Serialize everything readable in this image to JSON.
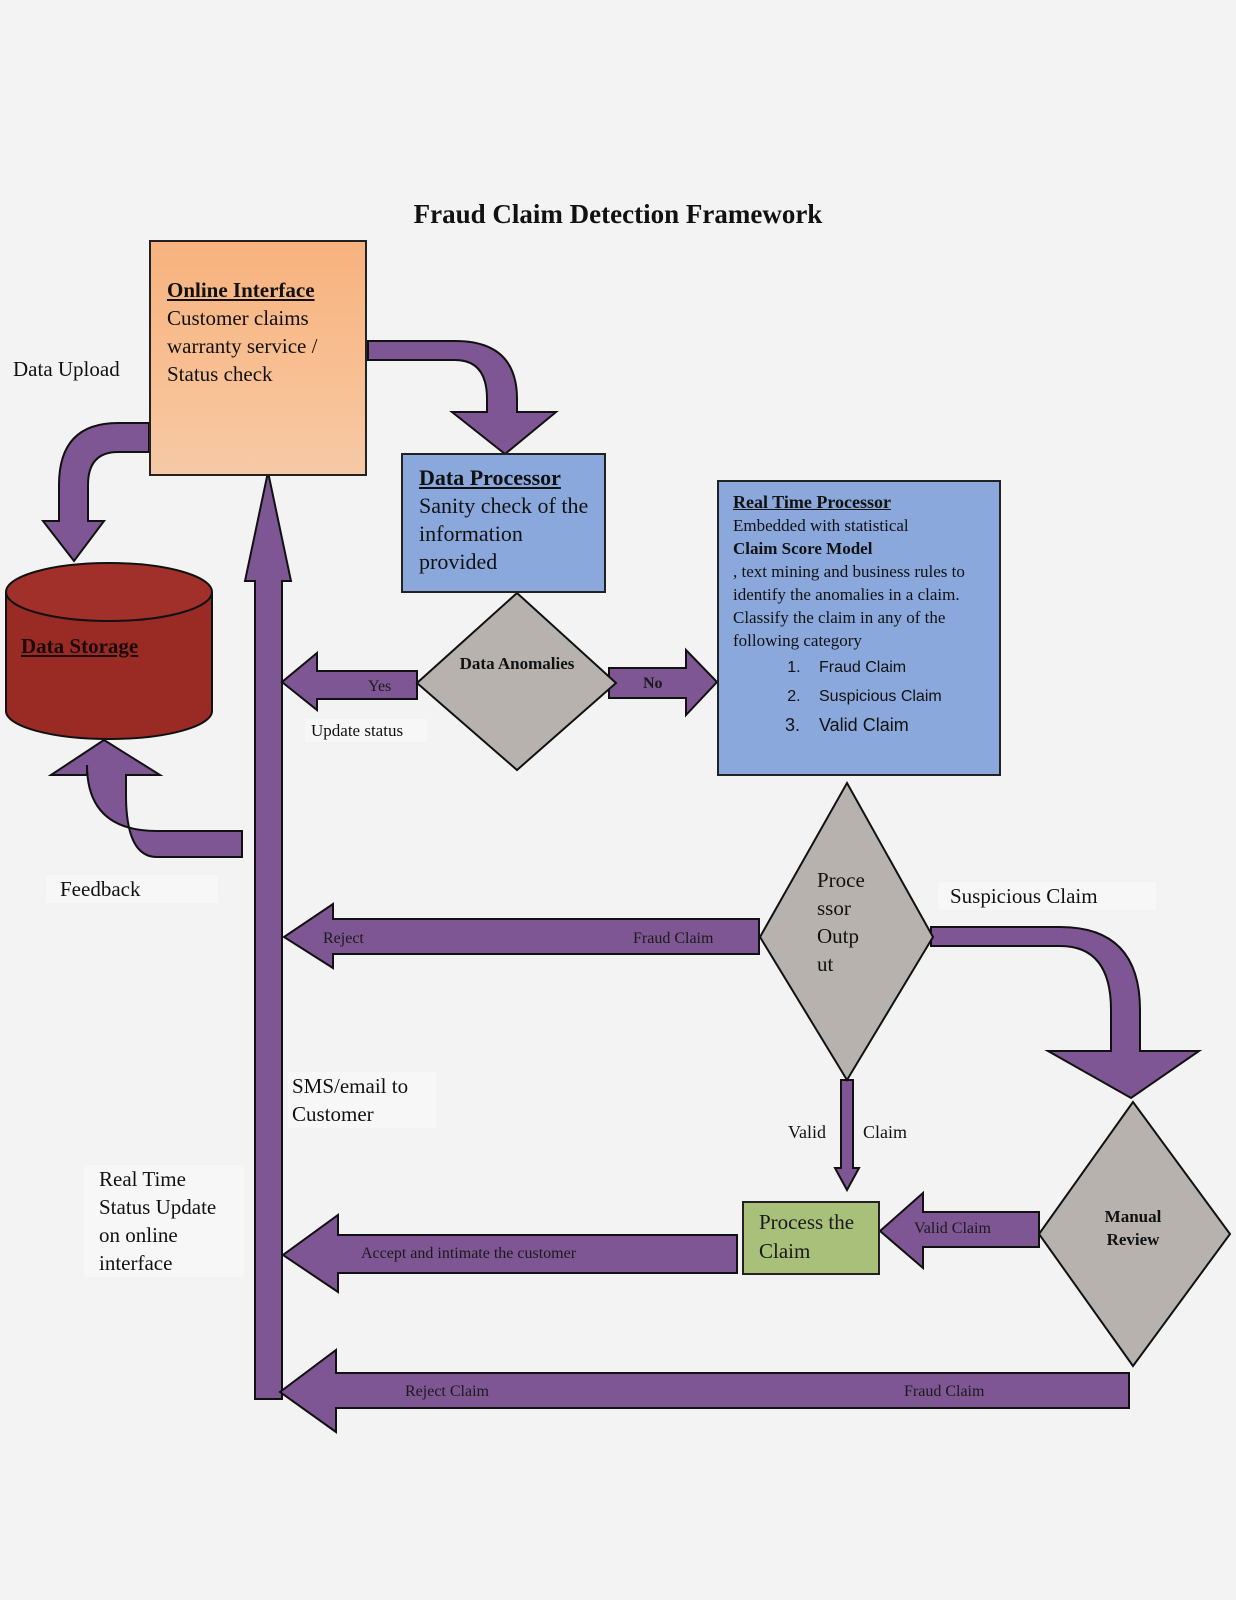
{
  "title": "Fraud Claim Detection Framework",
  "online_interface": {
    "heading": "Online Interface",
    "text": "Customer claims warranty service / Status check"
  },
  "data_processor": {
    "heading": "Data Processor",
    "text": "Sanity check of the information provided"
  },
  "real_time_processor": {
    "heading": "Real Time Processor",
    "line1": "Embedded with statistical",
    "bold_term": "Claim Score Model",
    "line2": ", text mining and business rules to identify the anomalies in a claim.",
    "line3": "Classify the claim in any of the following category",
    "categories": [
      "Fraud Claim",
      "Suspicious Claim",
      "Valid Claim"
    ]
  },
  "data_storage": "Data Storage",
  "data_anomalies": "Data Anomalies",
  "processor_output": "Proce ssor Outp ut",
  "manual_review": "Manual Review",
  "process_claim": "Process the Claim",
  "labels": {
    "data_upload": "Data Upload",
    "feedback": "Feedback",
    "update_status": "Update status",
    "sms_email": "SMS/email to Customer",
    "real_time_status": "Real Time Status Update on online interface",
    "suspicious_claim": "Suspicious Claim",
    "valid": "Valid",
    "claim": "Claim"
  },
  "arrow_labels": {
    "yes": "Yes",
    "no": "No",
    "reject": "Reject",
    "fraud_claim": "Fraud Claim",
    "valid_claim": "Valid Claim",
    "accept": "Accept and intimate the customer",
    "reject_claim": "Reject Claim",
    "fraud_claim_bottom": "Fraud Claim"
  },
  "colors": {
    "arrow": "#7e5693",
    "storage": "#9a2a24",
    "diamond": "#b7b2ae",
    "blue_box": "#8aa8dc",
    "orange_box": "#f7b27e",
    "green_box": "#a9c07a"
  }
}
